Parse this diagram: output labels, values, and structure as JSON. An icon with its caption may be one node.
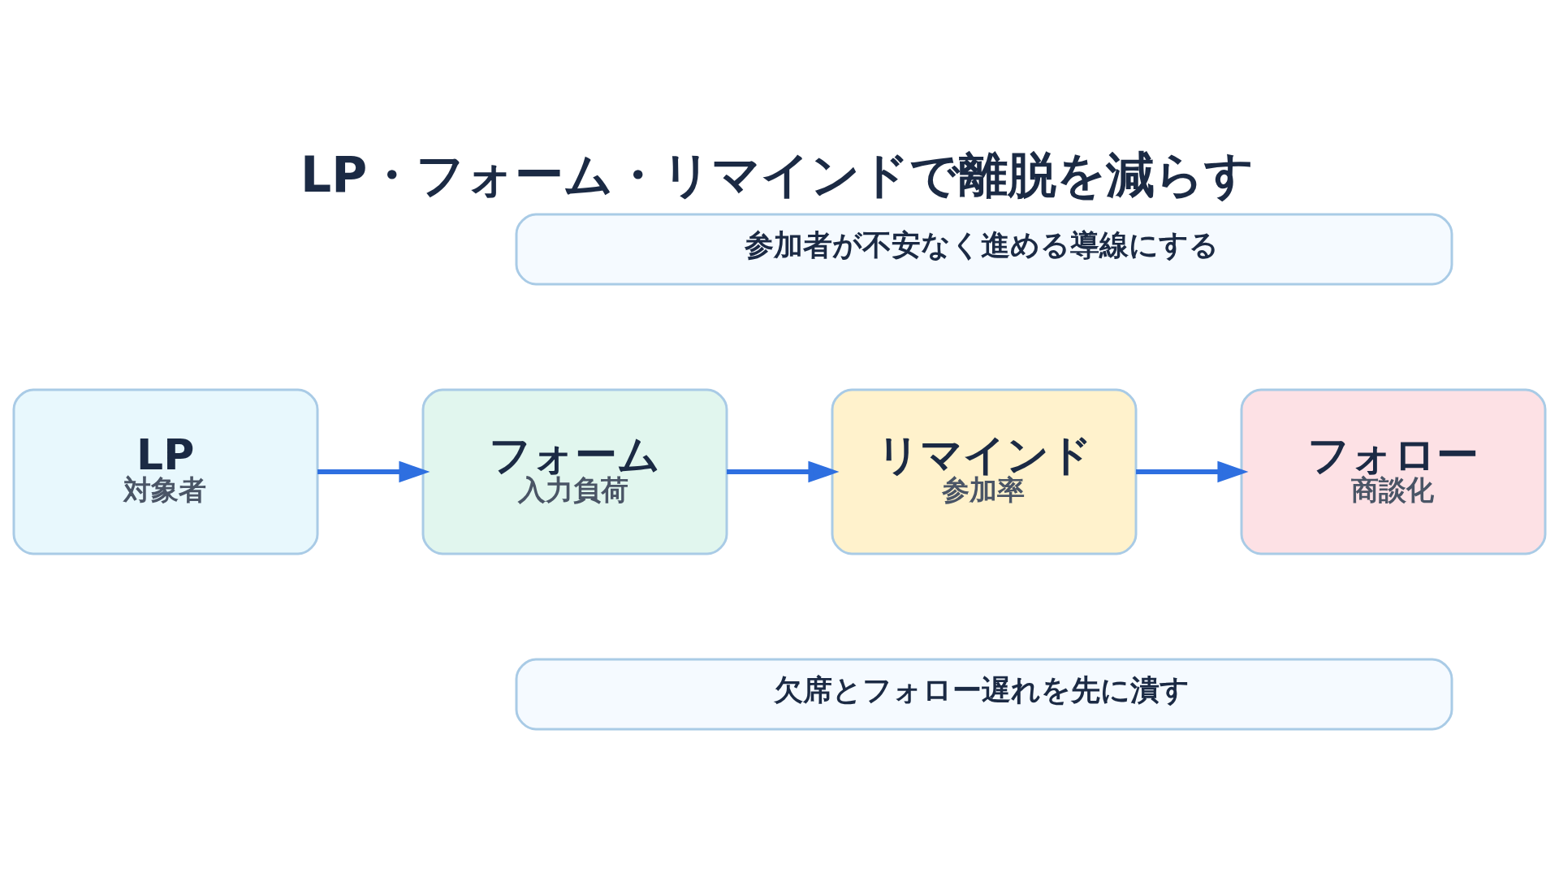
{
  "diagram": {
    "title": "LP・フォーム・リマインドで離脱を減らす",
    "nodes": [
      {
        "text": [
          "参加者が不安なく進める導線にする"
        ]
      },
      {
        "text": [
          "LP",
          "対象者"
        ]
      },
      {
        "text": [
          "フォーム",
          "入力負荷"
        ]
      },
      {
        "text": [
          "リマインド",
          "参加率"
        ]
      },
      {
        "text": [
          "フォロー",
          "商談化"
        ]
      },
      {
        "text": [
          "欠席とフォロー遅れを先に潰す"
        ]
      }
    ],
    "edges": [
      {
        "from": 1,
        "to": 2,
        "arrow": "to"
      },
      {
        "from": 2,
        "to": 3,
        "arrow": "to"
      },
      {
        "from": 3,
        "to": 4,
        "arrow": "to"
      }
    ]
  }
}
